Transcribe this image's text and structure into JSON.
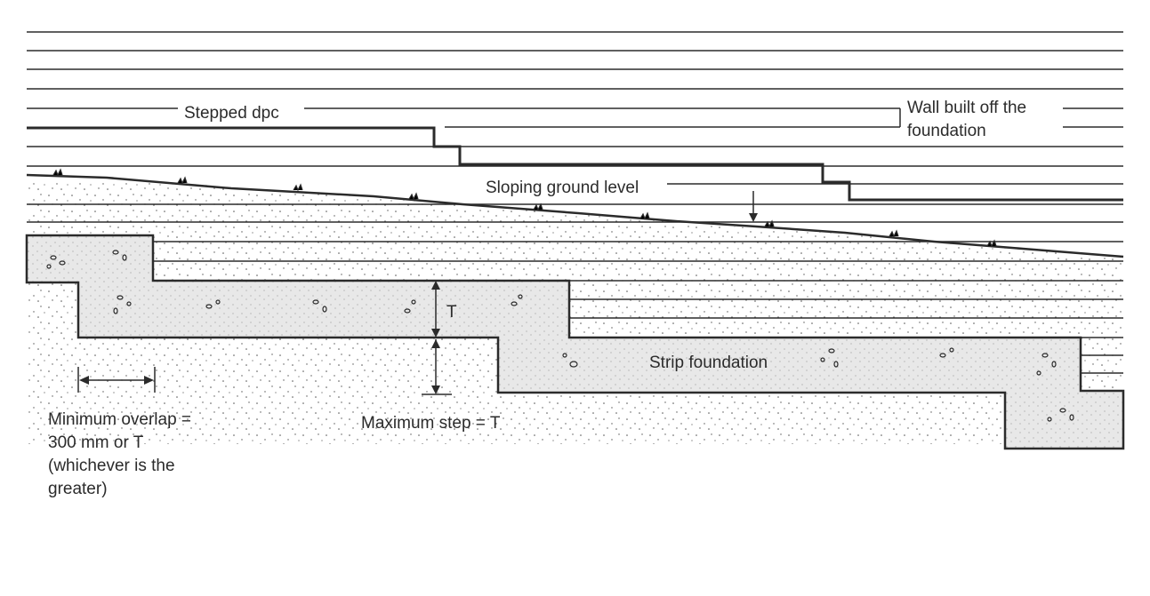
{
  "labels": {
    "stepped_dpc": "Stepped dpc",
    "wall_line1": "Wall built off the",
    "wall_line2": "foundation",
    "sloping_ground": "Sloping ground level",
    "t_label": "T",
    "strip_foundation": "Strip foundation",
    "max_step": "Maximum step = T",
    "overlap_line1": "Minimum overlap =",
    "overlap_line2": "300 mm or T",
    "overlap_line3": "(whichever is the",
    "overlap_line4": "greater)"
  },
  "colors": {
    "ink": "#2b2b2b",
    "concrete_fill": "#e6e6e6",
    "soil_speckle": "#555555"
  }
}
